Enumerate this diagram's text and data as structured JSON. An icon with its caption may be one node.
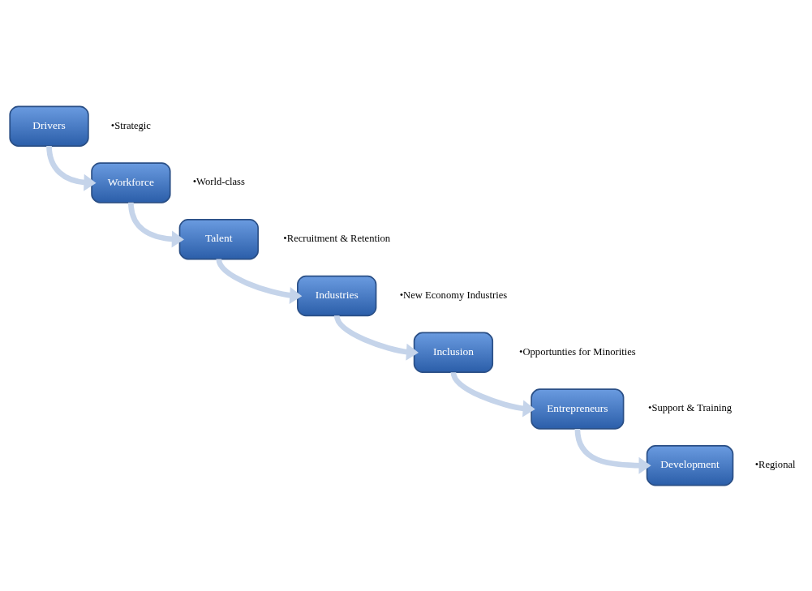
{
  "diagram": {
    "nodes": [
      {
        "text": [
          "Drivers"
        ],
        "beside": [
          "•Strategic"
        ]
      },
      {
        "text": [
          "Workforce"
        ],
        "beside": [
          "•World-class"
        ]
      },
      {
        "text": [
          "Talent"
        ],
        "beside": [
          "•Recruitment & Retention"
        ]
      },
      {
        "text": [
          "Industries"
        ],
        "beside": [
          "•New Economy Industries"
        ]
      },
      {
        "text": [
          "Inclusion"
        ],
        "beside": [
          "•Opportunties for Minorities"
        ]
      },
      {
        "text": [
          "Entrepreneurs"
        ],
        "beside": [
          "•Support & Training"
        ]
      },
      {
        "text": [
          "Development"
        ],
        "beside": [
          "•Regional"
        ]
      }
    ],
    "edges": [
      {
        "from": 0,
        "to": 1,
        "arrow": "to"
      },
      {
        "from": 1,
        "to": 2,
        "arrow": "to"
      },
      {
        "from": 2,
        "to": 3,
        "arrow": "to"
      },
      {
        "from": 3,
        "to": 4,
        "arrow": "to"
      },
      {
        "from": 4,
        "to": 5,
        "arrow": "to"
      },
      {
        "from": 5,
        "to": 6,
        "arrow": "to"
      }
    ]
  }
}
